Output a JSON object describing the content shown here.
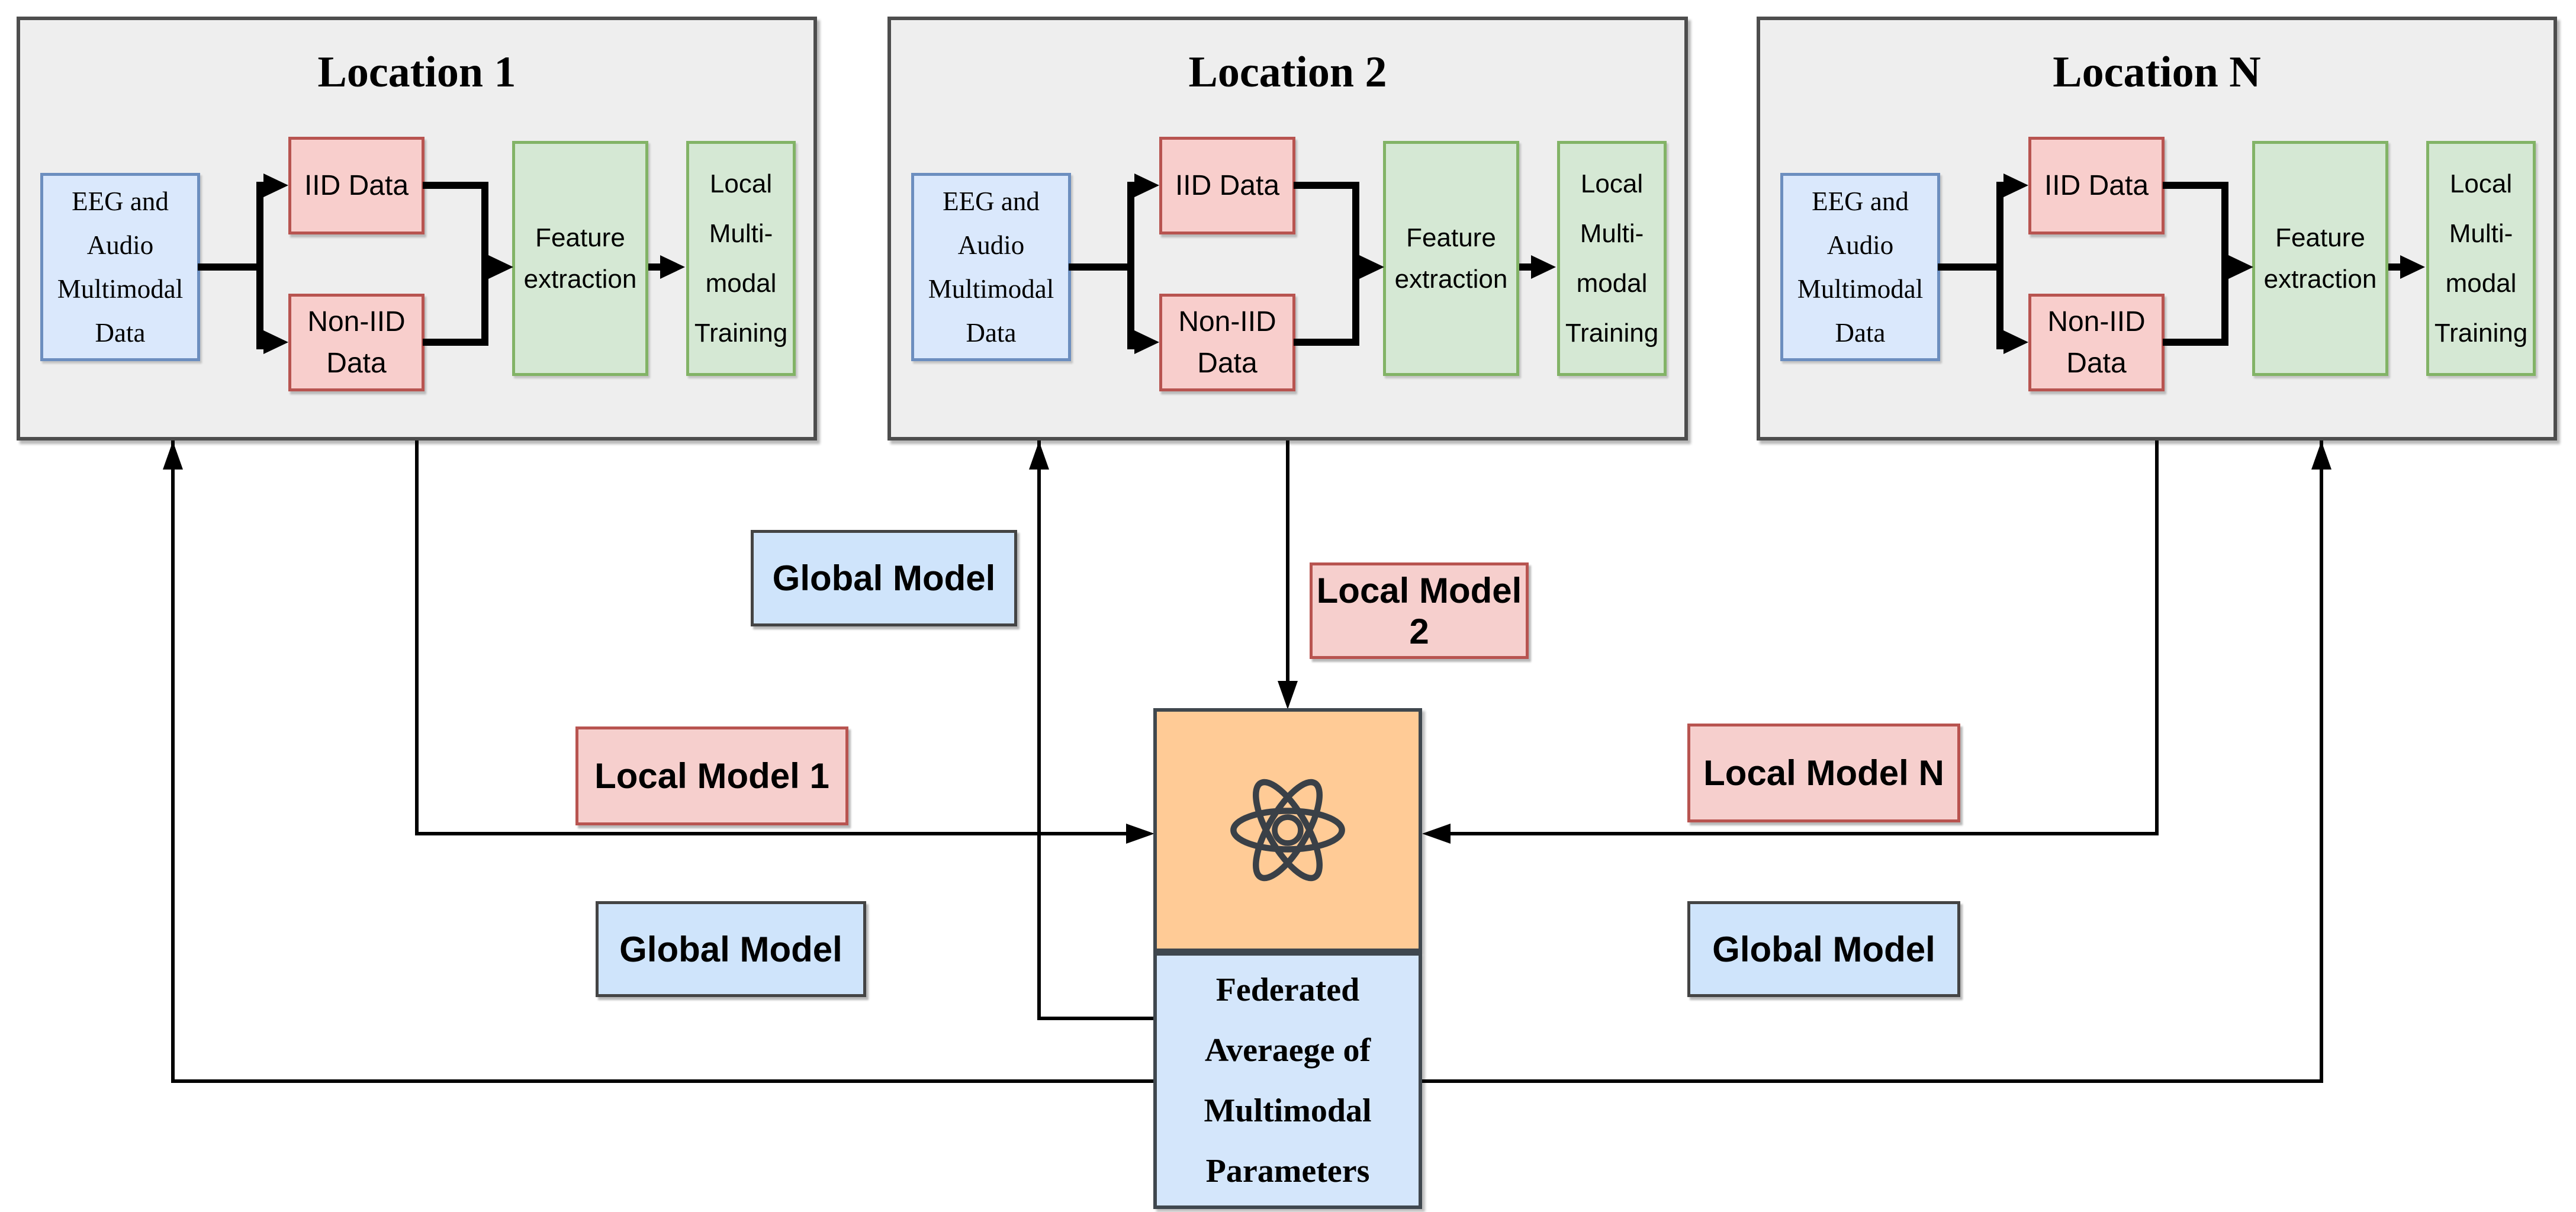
{
  "locations": [
    {
      "title": "Location 1",
      "source_box": "EEG and\nAudio\nMultimodal\nData",
      "iid_box": "IID Data",
      "non_iid_box": "Non-IID\nData",
      "feature_box": "Feature\nextraction",
      "training_box": "Local\nMulti-\nmodal\nTraining"
    },
    {
      "title": "Location 2",
      "source_box": "EEG and\nAudio\nMultimodal\nData",
      "iid_box": "IID Data",
      "non_iid_box": "Non-IID\nData",
      "feature_box": "Feature\nextraction",
      "training_box": "Local\nMulti-\nmodal\nTraining"
    },
    {
      "title": "Location N",
      "source_box": "EEG and\nAudio\nMultimodal\nData",
      "iid_box": "IID Data",
      "non_iid_box": "Non-IID\nData",
      "feature_box": "Feature\nextraction",
      "training_box": "Local\nMulti-\nmodal\nTraining"
    }
  ],
  "center": {
    "aggregator_icon": "atom-icon",
    "federated_box": "Federated\nAveraege of\nMultimodal\nParameters"
  },
  "edge_labels": {
    "global_model_top": "Global Model",
    "local_model_2": "Local Model 2",
    "local_model_1": "Local Model 1",
    "local_model_n": "Local Model N",
    "global_model_bottom_left": "Global Model",
    "global_model_bottom_right": "Global Model"
  },
  "colors": {
    "panel_fill": "#eeeeee",
    "panel_stroke": "#4d4d4d",
    "blue_fill": "#dae8fc",
    "blue_stroke": "#6c8ebf",
    "red_fill": "#f8cecc",
    "red_stroke": "#b85450",
    "green_fill": "#d5e8d4",
    "green_stroke": "#82b366",
    "orange_fill": "#ffcb96",
    "dark_stroke": "#3f474e",
    "connector": "#000000"
  }
}
